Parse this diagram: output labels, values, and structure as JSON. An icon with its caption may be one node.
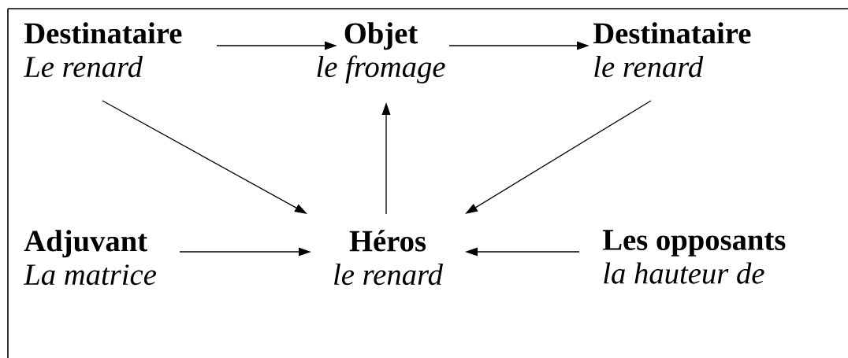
{
  "diagram": {
    "nodes": [
      {
        "text": [
          "Destinataire",
          "Le renard"
        ]
      },
      {
        "text": [
          "Objet",
          "le fromage"
        ]
      },
      {
        "text": [
          "Destinataire",
          "le renard"
        ]
      },
      {
        "text": [
          "Adjuvant",
          "La matrice"
        ]
      },
      {
        "text": [
          "Héros",
          "le renard"
        ]
      },
      {
        "text": [
          "Les opposants",
          "la hauteur de"
        ]
      }
    ],
    "edges": [
      {
        "from": 0,
        "to": 1,
        "arrow": "to"
      },
      {
        "from": 1,
        "to": 2,
        "arrow": "to"
      },
      {
        "from": 0,
        "to": 4,
        "arrow": "to"
      },
      {
        "from": 4,
        "to": 1,
        "arrow": "to"
      },
      {
        "from": 2,
        "to": 4,
        "arrow": "to"
      },
      {
        "from": 3,
        "to": 4,
        "arrow": "to"
      },
      {
        "from": 5,
        "to": 4,
        "arrow": "to"
      }
    ]
  }
}
